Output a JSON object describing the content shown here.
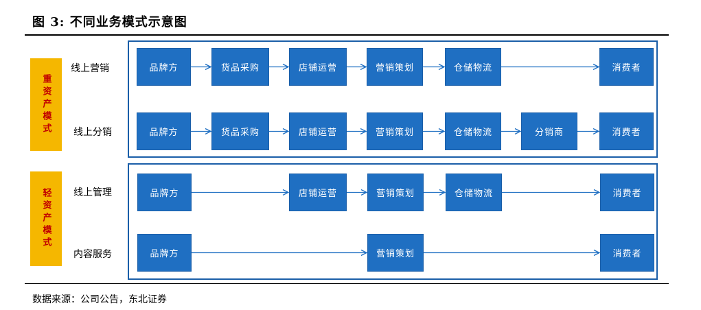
{
  "figure_title": "图 3:  不同业务模式示意图",
  "source": "数据来源：公司公告，东北证券",
  "groups": [
    {
      "label": "重资产模式",
      "rows": [
        {
          "label": "线上营销",
          "nodes": [
            "品牌方",
            "货品采购",
            "店铺运营",
            "营销策划",
            "仓储物流",
            "消费者"
          ]
        },
        {
          "label": "线上分销",
          "nodes": [
            "品牌方",
            "货品采购",
            "店铺运营",
            "营销策划",
            "仓储物流",
            "分销商",
            "消费者"
          ]
        }
      ]
    },
    {
      "label": "轻资产模式",
      "rows": [
        {
          "label": "线上管理",
          "nodes": [
            "品牌方",
            "店铺运营",
            "营销策划",
            "仓储物流",
            "消费者"
          ]
        },
        {
          "label": "内容服务",
          "nodes": [
            "品牌方",
            "营销策划",
            "消费者"
          ]
        }
      ]
    }
  ],
  "colors": {
    "node_fill": "#1f6fc2",
    "panel_border": "#1a5ea8",
    "group_label_fill": "#f5b700",
    "group_label_text": "#c00000",
    "arrow": "#1f6fc2"
  }
}
